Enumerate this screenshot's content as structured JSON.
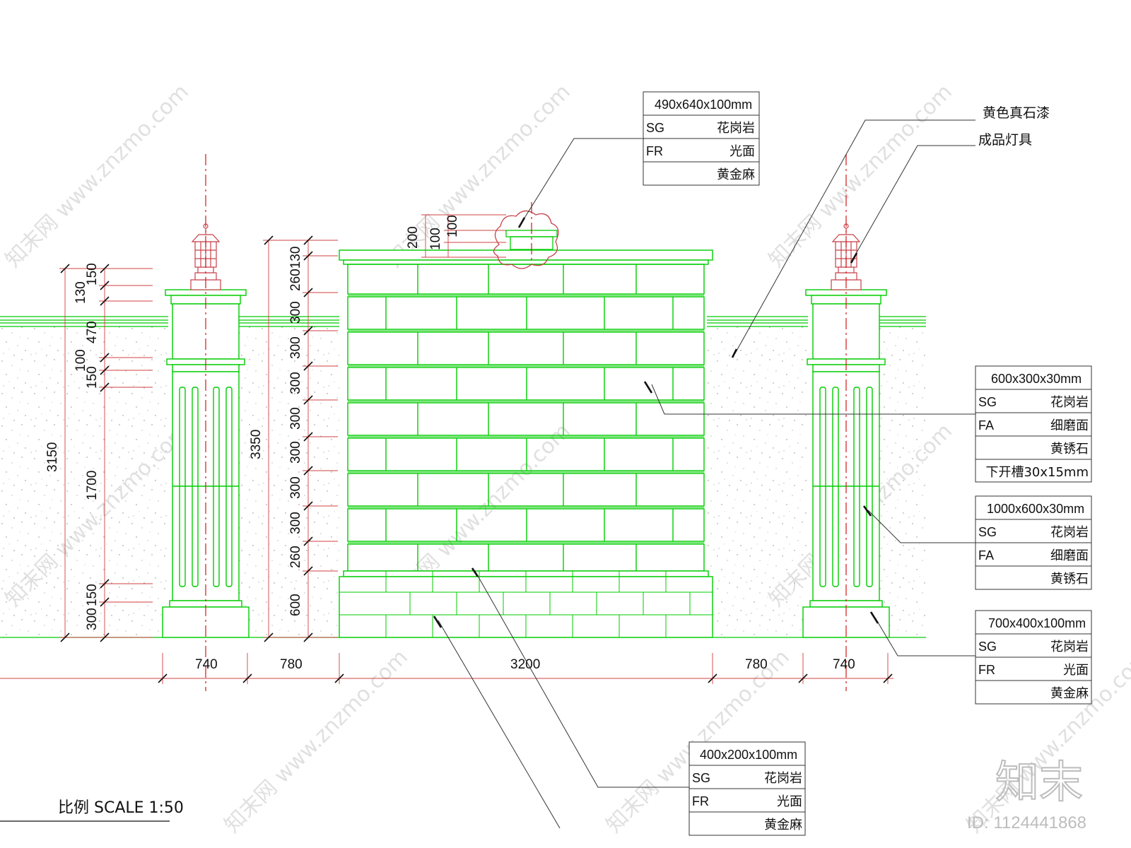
{
  "drawing": {
    "scale_label": "比例 SCALE 1:50",
    "id_label": "ID: 1124441868",
    "logo_text": "知末",
    "watermark_text": "知末网 www.znzmo.com"
  },
  "dimensions": {
    "bottom": [
      "740",
      "780",
      "3200",
      "780",
      "740"
    ],
    "pier_overall": "3150",
    "pier_segments": [
      "150",
      "130",
      "470",
      "100",
      "150",
      "1700",
      "150",
      "300"
    ],
    "wall_overall": "3350",
    "wall_segments": [
      "260130",
      "300",
      "300",
      "300",
      "300",
      "300",
      "300",
      "300",
      "260",
      "600"
    ],
    "cap_segments": [
      "200",
      "100",
      "100"
    ]
  },
  "callouts": {
    "top_note_1": "黄色真石漆",
    "top_note_2": "成品灯具",
    "table_cap": {
      "size": "490x640x100mm",
      "rows": [
        [
          "SG",
          "花岗岩"
        ],
        [
          "FR",
          "光面"
        ],
        [
          "",
          "黄金麻"
        ]
      ]
    },
    "table_wall": {
      "size": "600x300x30mm",
      "rows": [
        [
          "SG",
          "花岗岩"
        ],
        [
          "FA",
          "细磨面"
        ],
        [
          "",
          "黄锈石"
        ],
        [
          "",
          "下开槽30x15mm"
        ]
      ]
    },
    "table_column": {
      "size": "1000x600x30mm",
      "rows": [
        [
          "SG",
          "花岗岩"
        ],
        [
          "FA",
          "细磨面"
        ],
        [
          "",
          "黄锈石"
        ]
      ]
    },
    "table_base": {
      "size": "700x400x100mm",
      "rows": [
        [
          "SG",
          "花岗岩"
        ],
        [
          "FR",
          "光面"
        ],
        [
          "",
          "黄金麻"
        ]
      ]
    },
    "table_plinth": {
      "size": "400x200x100mm",
      "rows": [
        [
          "SG",
          "花岗岩"
        ],
        [
          "FR",
          "光面"
        ],
        [
          "",
          "黄金麻"
        ]
      ]
    }
  },
  "colors": {
    "stone_lines": "#00cc00",
    "lamp": "#c8404a",
    "dimension_lines": "#d04040",
    "center_line": "#d01818",
    "text": "#111111"
  }
}
